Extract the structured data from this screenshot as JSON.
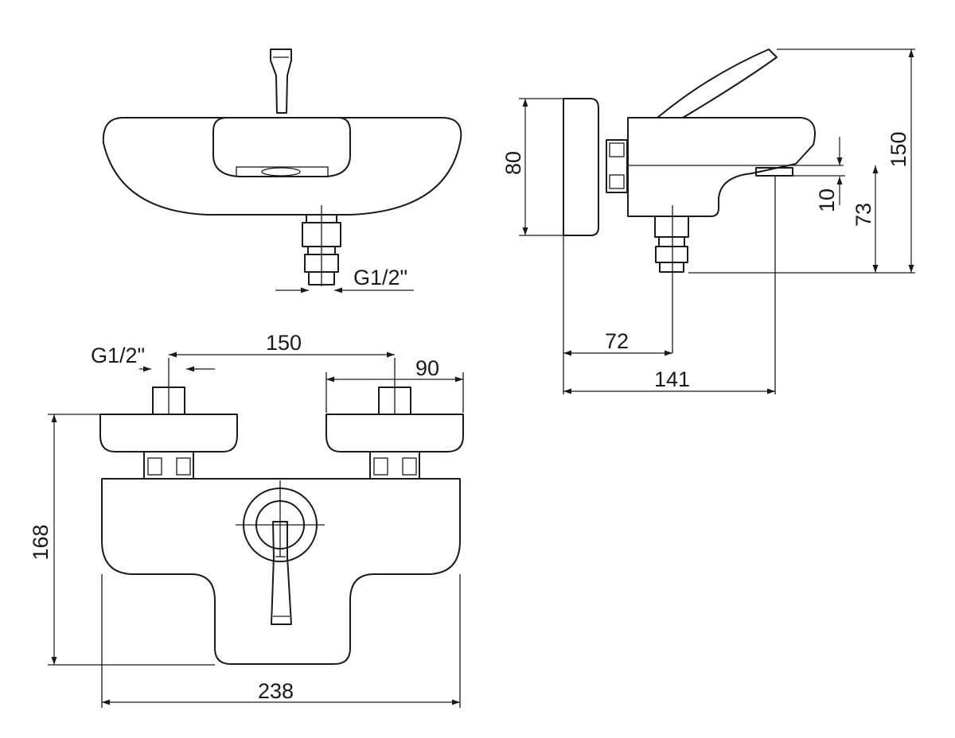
{
  "dimensions": {
    "thread_top": "G1/2\"",
    "thread_front": "G1/2\"",
    "inlet_spacing": "150",
    "escutcheon_width": "90",
    "overall_height": "168",
    "overall_width": "238",
    "body_depth": "80",
    "total_height_side": "150",
    "spout_drop": "10",
    "spout_height": "73",
    "inlet_projection": "72",
    "total_projection": "141"
  }
}
